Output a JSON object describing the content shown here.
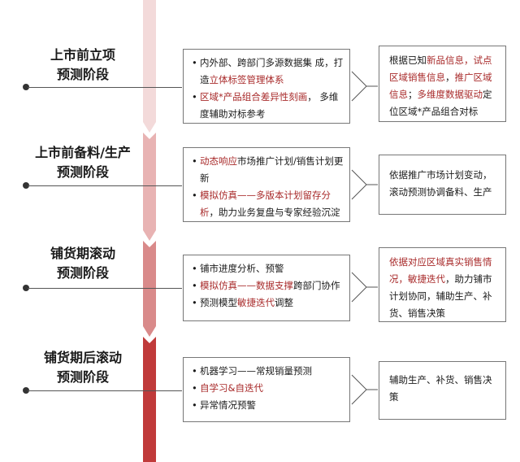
{
  "stages": [
    {
      "title_lines": [
        "上市前立项",
        "预测阶段"
      ],
      "left_items": [
        [
          {
            "t": "内外部、跨部门多源数据集 成，打造",
            "h": false
          },
          {
            "t": "立体标签管理体系",
            "h": true
          }
        ],
        [
          {
            "t": "区域*产品组合差异性刻画",
            "h": true
          },
          {
            "t": "， 多维度辅助对标参考",
            "h": false
          }
        ]
      ],
      "right_text": [
        {
          "t": "根据已知",
          "h": false
        },
        {
          "t": "新品信息，试点区域销售信息",
          "h": true
        },
        {
          "t": "，",
          "h": false
        },
        {
          "t": "推广区域信息",
          "h": true
        },
        {
          "t": "；",
          "h": false
        },
        {
          "t": "多维度数据驱动",
          "h": true
        },
        {
          "t": "定位区域*产品组合对标",
          "h": false
        }
      ]
    },
    {
      "title_lines": [
        "上市前备料/生产",
        "预测阶段"
      ],
      "left_items": [
        [
          {
            "t": "动态响应",
            "h": true
          },
          {
            "t": "市场推广计划/销售计划更新",
            "h": false
          }
        ],
        [
          {
            "t": "模拟仿真——多版本计划留存分析",
            "h": true
          },
          {
            "t": "，助力业务复盘与专家经验沉淀",
            "h": false
          }
        ]
      ],
      "right_text": [
        {
          "t": "依据推广市场计划变动，滚动预测协调备料、生产",
          "h": false
        }
      ]
    },
    {
      "title_lines": [
        "铺货期滚动",
        "预测阶段"
      ],
      "left_items": [
        [
          {
            "t": "铺市进度分析、预警",
            "h": false
          }
        ],
        [
          {
            "t": "模拟仿真——数据支撑",
            "h": true
          },
          {
            "t": "跨部门协作",
            "h": false
          }
        ],
        [
          {
            "t": "预测模型",
            "h": false
          },
          {
            "t": "敏捷迭代",
            "h": true
          },
          {
            "t": "调整",
            "h": false
          }
        ]
      ],
      "right_text": [
        {
          "t": "依据对应区域真实销售情况，敏捷迭代",
          "h": true
        },
        {
          "t": "，助力铺市计划协同，辅助生产、补货、销售决策",
          "h": false
        }
      ]
    },
    {
      "title_lines": [
        "铺货期后滚动",
        "预测阶段"
      ],
      "left_items": [
        [
          {
            "t": "机器学习——常规销量预测",
            "h": false
          }
        ],
        [
          {
            "t": "自学习&自迭代",
            "h": true
          }
        ],
        [
          {
            "t": "异常情况预警",
            "h": false
          }
        ]
      ],
      "right_text": [
        {
          "t": "辅助生产、补货、销售决策",
          "h": false
        }
      ]
    }
  ],
  "colors": {
    "highlight": "#a82a2a",
    "arrow_stage_1": "#f3dada",
    "arrow_stage_2": "#e8b3b3",
    "arrow_stage_3": "#d98a8a",
    "arrow_stage_4": "#c03a3a"
  }
}
